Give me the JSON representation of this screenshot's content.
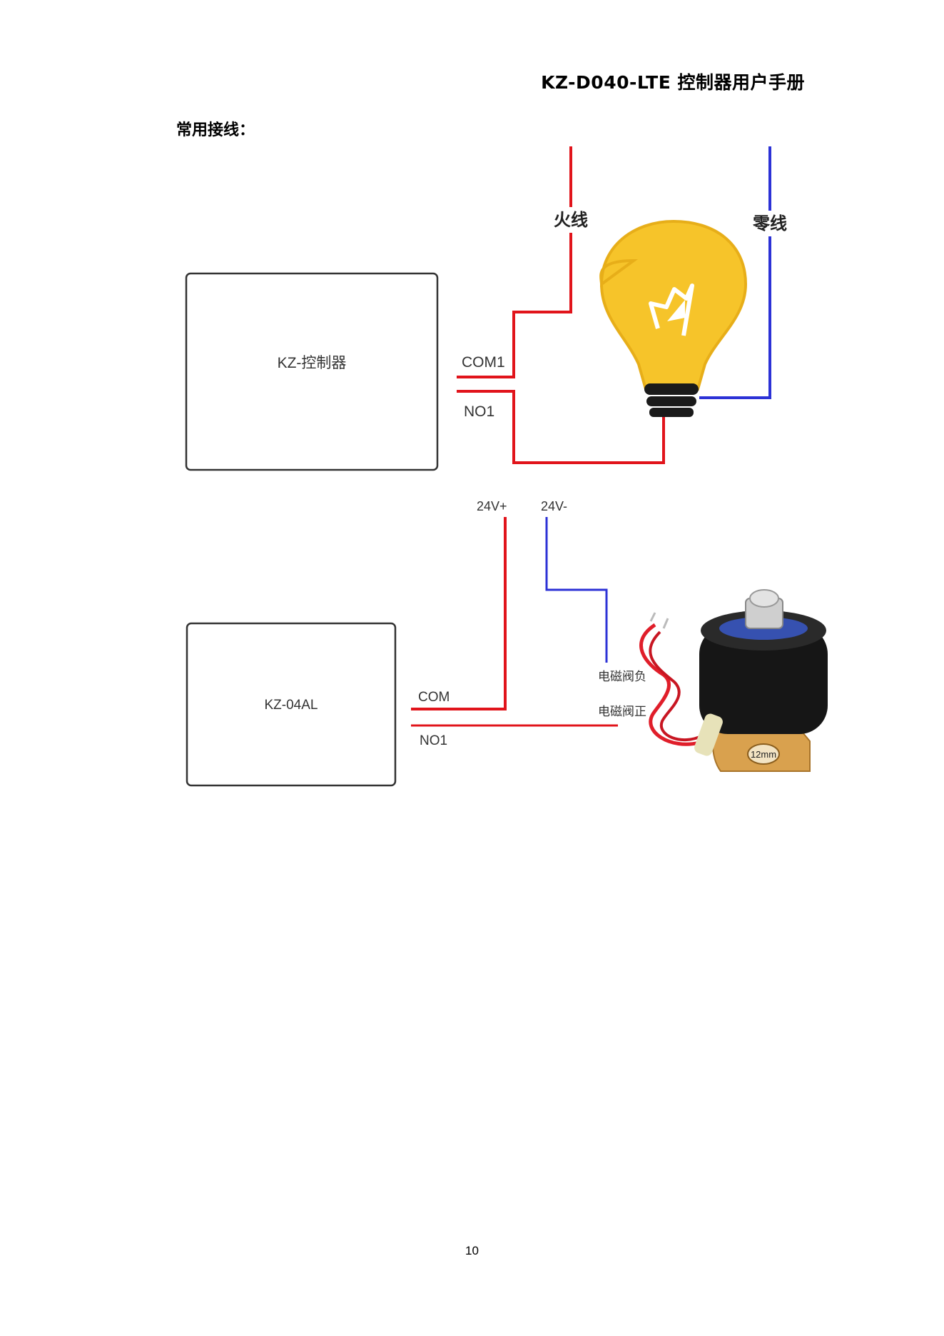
{
  "header": {
    "title": "KZ-D040-LTE 控制器用户手册"
  },
  "section": {
    "title": "常用接线："
  },
  "diagram1": {
    "live_label": "火线",
    "neutral_label": "零线",
    "controller_label": "KZ-控制器",
    "com_label": "COM1",
    "no_label": "NO1",
    "colors": {
      "live": "#e1141b",
      "neutral": "#2c32d6",
      "bulb": "#f6c42a"
    }
  },
  "diagram2": {
    "pos_label": "24V+",
    "neg_label": "24V-",
    "controller_label": "KZ-04AL",
    "com_label": "COM",
    "no_label": "NO1",
    "valve_neg_label": "电磁阀负",
    "valve_pos_label": "电磁阀正",
    "size_label": "12mm"
  },
  "footer": {
    "page_number": "10"
  }
}
